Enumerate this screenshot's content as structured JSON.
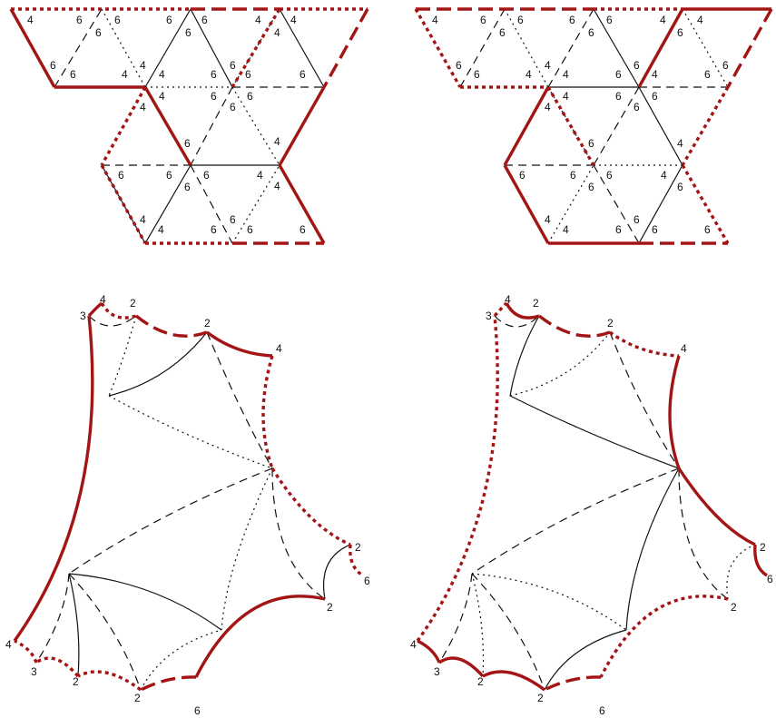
{
  "colors": {
    "boundary": "#a31515",
    "inner": "#111111",
    "background": "#ffffff"
  },
  "labels": {
    "four": "4",
    "six": "6",
    "three": "3",
    "two": "2"
  }
}
